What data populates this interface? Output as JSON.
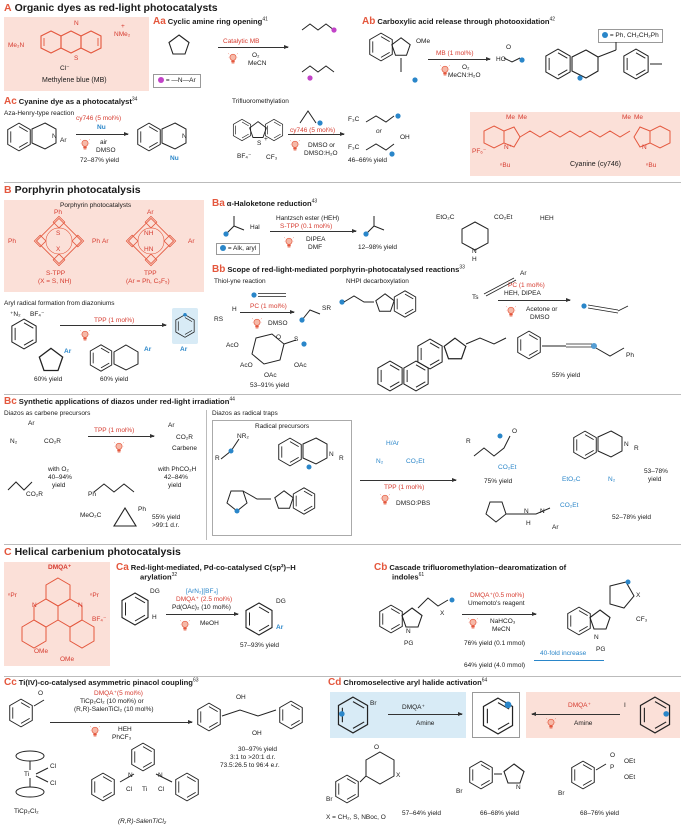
{
  "sections": {
    "A": {
      "letter": "A",
      "title": "Organic dyes as red-light photocatalysts"
    },
    "B": {
      "letter": "B",
      "title": "Porphyrin photocatalysis"
    },
    "C": {
      "letter": "C",
      "title": "Helical carbenium photocatalysis"
    }
  },
  "Aa": {
    "letter": "Aa",
    "title": "Cyclic amine ring opening",
    "ref": "41",
    "cond1": "Catalytic MB",
    "cond2": "O₂",
    "cond3": "MeCN",
    "legend": "= —N—Ar"
  },
  "Ab": {
    "letter": "Ab",
    "title": "Carboxylic acid release through photooxidation",
    "ref": "42",
    "legend": "= Ph, CH₂CH₂Ph",
    "cond1": "MB (1 mol%)",
    "cond2": "O₂",
    "cond3": "MeCN:H₂O",
    "label_ome": "OMe",
    "label_ho": "HO",
    "label_o": "O"
  },
  "MB": {
    "label": "Methylene blue (MB)",
    "me2n_l": "Me₂N",
    "me2n_r": "NMe₂",
    "s": "S",
    "n": "N",
    "cl": "Cl⁻",
    "plus": "+"
  },
  "Ac": {
    "letter": "Ac",
    "title": "Cyanine dye as a photocatalyst",
    "ref": "34",
    "aza_title": "Aza-Henry-type reaction",
    "cond1": "cy746 (5 mol%)",
    "nu": "Nu",
    "cond2": "air",
    "cond3": "DMSO",
    "yield": "72–87% yield",
    "tfm_title": "Trifluoromethylation",
    "tfm_cond1": "cy746 (5 mol%)",
    "tfm_cond2": "DMSO or",
    "tfm_cond3": "DMSO:H₂O",
    "tfm_or": "or",
    "tfm_yield": "46–66% yield",
    "bf4": "BF₄⁻",
    "cf3": "CF₃",
    "f3c_a": "F₃C",
    "f3c_b": "F₃C",
    "oh": "OH",
    "ar": "Ar",
    "n": "N",
    "s": "S",
    "plus": "+"
  },
  "cyanine": {
    "label": "Cyanine (cy746)",
    "pf6": "PF₆⁻",
    "nbu_l": "ⁿBu",
    "nbu_r": "ⁿBu",
    "me1": "Me",
    "me2": "Me",
    "me3": "Me",
    "me4": "Me",
    "n_plus": "N⁺",
    "n": "N"
  },
  "porph": {
    "title": "Porphyrin photocatalysts",
    "stpp_label": "S-TPP",
    "stpp_sub": "(X = S, NH)",
    "tpp_label": "TPP",
    "tpp_sub": "(Ar = Ph, C₆F₅)",
    "ph": "Ph",
    "ar": "Ar",
    "s": "S",
    "x": "X",
    "nh": "NH",
    "hn": "HN"
  },
  "Ba": {
    "letter": "Ba",
    "title": "α-Haloketone reduction",
    "ref": "43",
    "hal": "Hal",
    "legend": "= Alk, aryl",
    "cond1": "Hantzsch ester (HEH)",
    "cond2": "S-TPP (0.1 mol%)",
    "cond3": "DIPEA",
    "cond4": "DMF",
    "yield": "12–98% yield",
    "heh": "HEH",
    "eto2c": "EtO₂C",
    "co2et": "CO₂Et",
    "h": "H",
    "n": "N",
    "o": "O"
  },
  "Bb": {
    "letter": "Bb",
    "title": "Scope of red-light-mediated porphyrin-photocatalysed reactions",
    "ref": "33",
    "thiol_title": "Thiol-yne reaction",
    "rs_h": "RS",
    "h": "H",
    "pc1": "PC (1 mol%)",
    "dmso": "DMSO",
    "sr": "SR",
    "nhpi_title": "NHPI decarboxylation",
    "pc2": "PC (1 mol%)",
    "heh_dipea": "HEH, DIPEA",
    "acetone": "Acetone or",
    "dmso2": "DMSO",
    "ts": "Ts",
    "ar": "Ar",
    "aco1": "AcO",
    "aco2": "AcO",
    "oac1": "OAc",
    "oac2": "OAc",
    "s": "S",
    "o": "O",
    "yield1": "53–91% yield",
    "yield2": "55% yield",
    "ph": "Ph"
  },
  "aryl": {
    "title": "Aryl radical formation from diazoniums",
    "n2": "⁺N₂",
    "bf4": "BF₄⁻",
    "cond": "TPP (1 mol%)",
    "ar": "Ar",
    "ar2": "Ar",
    "ar3": "Ar",
    "yield1": "60% yield",
    "yield2": "60% yield",
    "o": "O"
  },
  "Bc": {
    "letter": "Bc",
    "title": "Synthetic applications of diazos under red-light irradiation",
    "ref": "44",
    "carbene_title": "Diazos as carbene precursors",
    "ar": "Ar",
    "n2": "N₂",
    "co2r": "CO₂R",
    "cond": "TPP (1 mol%)",
    "carbene": "Carbene",
    "with_o2": "with O₂",
    "y1": "40–94%",
    "y1b": "yield",
    "with_phco2h": "with PhCO₂H",
    "y2": "42–84%",
    "y2b": "yield",
    "meo2c": "MeO₂C",
    "ph": "Ph",
    "y3": "55% yield",
    "dr": ">99:1 d.r.",
    "radical_title": "Diazos as radical traps",
    "rp_title": "Radical precursors",
    "nr2": "NR₂",
    "r": "R",
    "n": "N",
    "h_ar": "H/Ar",
    "co2et": "CO₂Et",
    "cond2": "TPP (1 mol%)",
    "solvent": "DMSO:PBS",
    "y4": "75% yield",
    "y5": "53–78%",
    "y5b": "yield",
    "y6": "52–78% yield",
    "eto2c": "EtO₂C",
    "n2b": "N₂",
    "o": "O",
    "nn": "N",
    "h": "H"
  },
  "dmqa": {
    "label": "DMQA⁺",
    "npr_l": "ⁿPr",
    "npr_r": "ⁿPr",
    "bf4": "BF₄⁻",
    "ome1": "OMe",
    "ome2": "OMe",
    "n": "N"
  },
  "Ca": {
    "letter": "Ca",
    "title": "Red-light-mediated, Pd-co-catalysed C(sp²)–H",
    "title2": "arylation",
    "ref": "32",
    "dg": "DG",
    "cond1": "[ArN₂][BF₄]",
    "cond2": "DMQA⁺ (2.5 mol%)",
    "cond3": "Pd(OAc)₂ (10 mol%)",
    "cond4": "MeOH",
    "dg2": "DG",
    "ar": "Ar",
    "yield": "57–93% yield",
    "h": "H"
  },
  "Cb": {
    "letter": "Cb",
    "title": "Cascade trifluoromethylation–dearomatization of",
    "title2": "indoles",
    "ref": "61",
    "x": "X",
    "pg": "PG",
    "n": "N",
    "cond1": "DMQA⁺(0.5 mol%)",
    "cond2": "Umemoto's reagent",
    "cond3": "NaHCO₃",
    "cond4": "MeCN",
    "y1": "76% yield (0.1 mmol)",
    "y2": "64% yield (4.0 mmol)",
    "fold": "40-fold increase",
    "x2": "X",
    "cf3": "CF₃",
    "pg2": "PG",
    "n2": "N"
  },
  "Cc": {
    "letter": "Cc",
    "title": "Ti(IV)-co-catalysed asymmetric pinacol coupling",
    "ref": "63",
    "o": "O",
    "cond1": "DMQA⁺(5 mol%)",
    "cond2": "TiCp₂Cl₂ (10 mol%) or",
    "cond3": "(R,R)-SalenTiCl₂ (10 mol%)",
    "cond4": "HEH",
    "cond5": "PhCF₃",
    "oh1": "OH",
    "oh2": "OH",
    "yield": "30–97% yield",
    "dr": "3:1 to >20:1 d.r.",
    "er": "73.5:26.5 to 96:4 e.r.",
    "ticp_label": "TiCp₂Cl₂",
    "salen_label": "(R,R)-SalenTiCl₂",
    "ti": "Ti",
    "cl": "Cl",
    "cl2": "Cl",
    "n": "N",
    "o2": "O"
  },
  "Cd": {
    "letter": "Cd",
    "title": "Chromoselective aryl halide activation",
    "ref": "64",
    "br": "Br",
    "i": "I",
    "dmqa1": "DMQA⁺",
    "dmqa2": "DMQA⁺",
    "amine1": "Amine",
    "amine2": "Amine",
    "x_label": "X = CH₂, S, NBoc, O",
    "o": "O",
    "x": "X",
    "br2": "Br",
    "br3": "Br",
    "br4": "Br",
    "n": "N",
    "p": "P",
    "oet1": "OEt",
    "oet2": "OEt",
    "o2": "O",
    "y1": "57–64% yield",
    "y2": "66–68% yield",
    "y3": "68–76% yield"
  },
  "colors": {
    "accent": "#e4573d",
    "pink": "#fbe0d8",
    "blue": "#2a86c9",
    "lightblue": "#d8ebf6",
    "red": "#d63b2f"
  },
  "icons": [
    "red-light-bulb-icon",
    "blue-dot-icon",
    "magenta-dot-icon"
  ]
}
